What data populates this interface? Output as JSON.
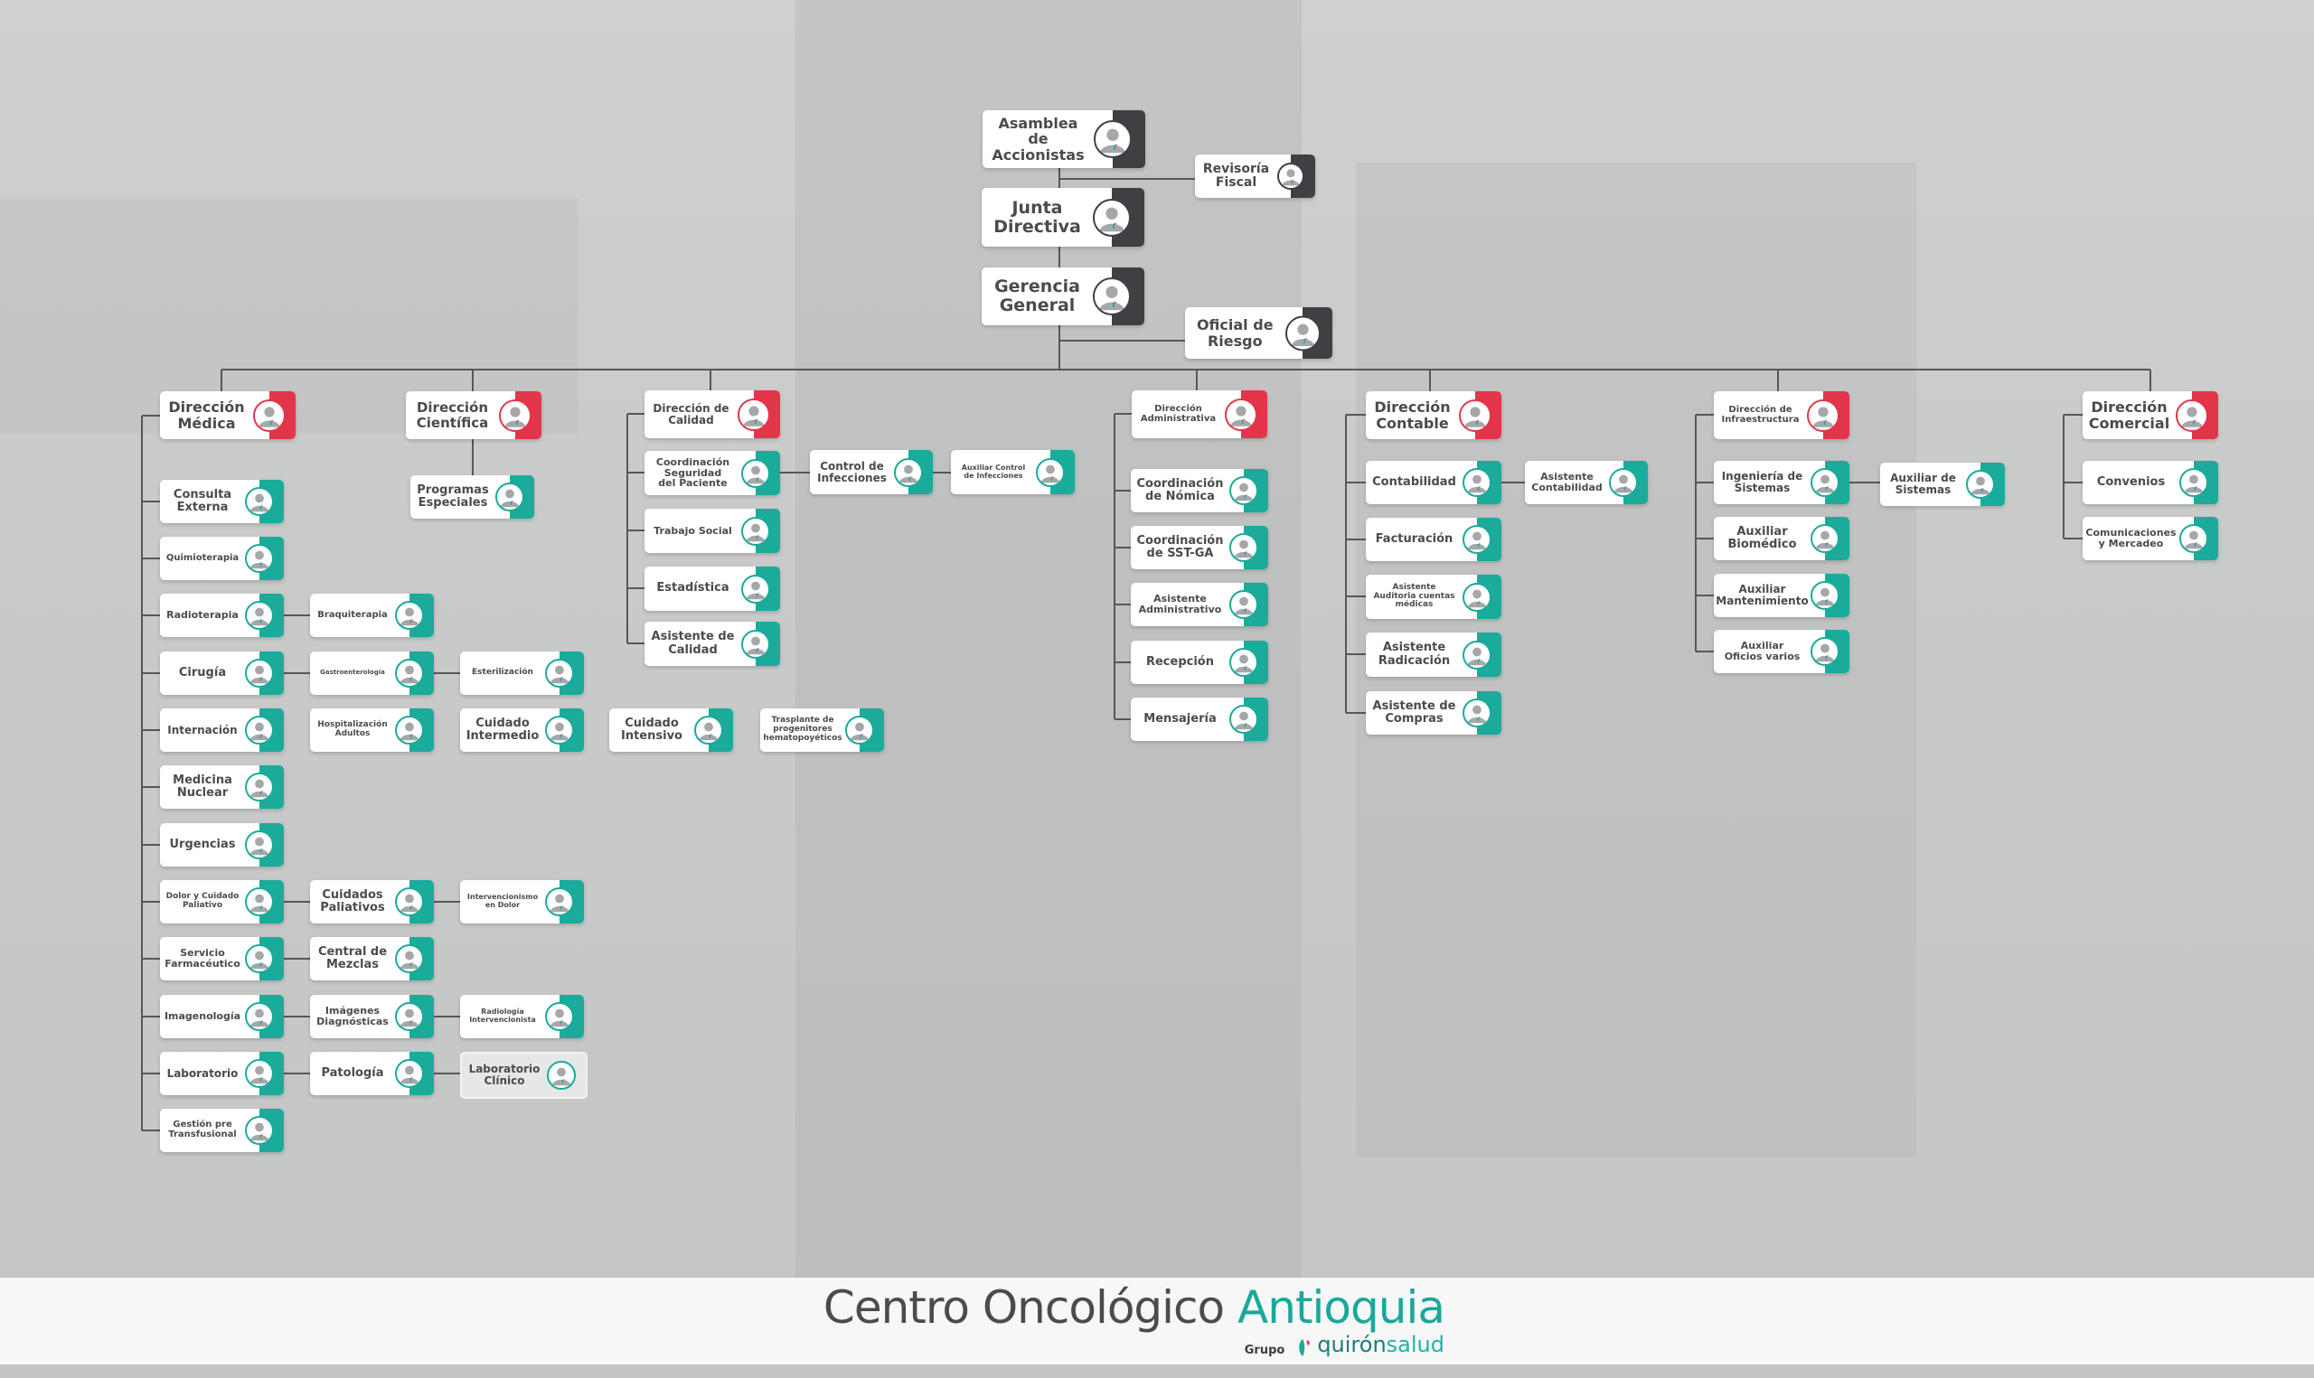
{
  "colors": {
    "governance": "#3e4044",
    "direction": "#e2354a",
    "unit": "#1aab9b",
    "line": "#555759"
  },
  "nodes": [
    {
      "id": "asamblea",
      "label": "Asamblea de\nAccionistas",
      "tier": "governance"
    },
    {
      "id": "junta",
      "label": "Junta\nDirectiva",
      "tier": "governance"
    },
    {
      "id": "gerencia",
      "label": "Gerencia\nGeneral",
      "tier": "governance"
    },
    {
      "id": "revisoria",
      "label": "Revisoría\nFiscal",
      "tier": "governance"
    },
    {
      "id": "oficial",
      "label": "Oficial de\nRiesgo",
      "tier": "governance"
    },
    {
      "id": "medica",
      "label": "Dirección\nMédica",
      "tier": "direction"
    },
    {
      "id": "cientifica",
      "label": "Dirección\nCientífica",
      "tier": "direction"
    },
    {
      "id": "calidad",
      "label": "Dirección de\nCalidad",
      "tier": "direction"
    },
    {
      "id": "administrativa",
      "label": "Dirección\nAdministrativa",
      "tier": "direction"
    },
    {
      "id": "contable",
      "label": "Dirección\nContable",
      "tier": "direction"
    },
    {
      "id": "infraestructura",
      "label": "Dirección de\nInfraestructura",
      "tier": "direction"
    },
    {
      "id": "comercial",
      "label": "Dirección\nComercial",
      "tier": "direction"
    },
    {
      "id": "consulta",
      "label": "Consulta\nExterna",
      "tier": "unit"
    },
    {
      "id": "quimio",
      "label": "Quimioterapia",
      "tier": "unit"
    },
    {
      "id": "radio",
      "label": "Radioterapia",
      "tier": "unit"
    },
    {
      "id": "cirugia",
      "label": "Cirugía",
      "tier": "unit"
    },
    {
      "id": "internacion",
      "label": "Internación",
      "tier": "unit"
    },
    {
      "id": "nuclear",
      "label": "Medicina\nNuclear",
      "tier": "unit"
    },
    {
      "id": "urgencias",
      "label": "Urgencias",
      "tier": "unit"
    },
    {
      "id": "dolor",
      "label": "Dolor y Cuidado\nPaliativo",
      "tier": "unit"
    },
    {
      "id": "servicio",
      "label": "Servicio\nFarmacéutico",
      "tier": "unit"
    },
    {
      "id": "imagenologia",
      "label": "Imagenología",
      "tier": "unit"
    },
    {
      "id": "laboratorio",
      "label": "Laboratorio",
      "tier": "unit"
    },
    {
      "id": "gestion",
      "label": "Gestión pre\nTransfusional",
      "tier": "unit"
    },
    {
      "id": "braqui",
      "label": "Braquiterapia",
      "tier": "unit"
    },
    {
      "id": "gastro",
      "label": "Gastroenterología",
      "tier": "unit"
    },
    {
      "id": "hospitalizacion",
      "label": "Hospitalización\nAdultos",
      "tier": "unit"
    },
    {
      "id": "cpaliativos",
      "label": "Cuidados\nPaliativos",
      "tier": "unit"
    },
    {
      "id": "central",
      "label": "Central de\nMezclas",
      "tier": "unit"
    },
    {
      "id": "imagenes",
      "label": "Imágenes\nDiagnósticas",
      "tier": "unit"
    },
    {
      "id": "patologia",
      "label": "Patología",
      "tier": "unit"
    },
    {
      "id": "esterilizacion",
      "label": "Esterilización",
      "tier": "unit"
    },
    {
      "id": "intermedio",
      "label": "Cuidado\nIntermedio",
      "tier": "unit"
    },
    {
      "id": "intervencionismo",
      "label": "Intervencionismo\nen Dolor",
      "tier": "unit"
    },
    {
      "id": "radiologia",
      "label": "Radiología\nIntervencionista",
      "tier": "unit"
    },
    {
      "id": "labclinico",
      "label": "Laboratorio\nClínico",
      "tier": "unit",
      "muted": true
    },
    {
      "id": "intensivo",
      "label": "Cuidado\nIntensivo",
      "tier": "unit"
    },
    {
      "id": "trasplante",
      "label": "Trasplante de\nprogenitores\nhematopoyéticos",
      "tier": "unit"
    },
    {
      "id": "programas",
      "label": "Programas\nEspeciales",
      "tier": "unit"
    },
    {
      "id": "coordseg",
      "label": "Coordinación\nSeguridad\ndel Paciente",
      "tier": "unit"
    },
    {
      "id": "trabajo",
      "label": "Trabajo Social",
      "tier": "unit"
    },
    {
      "id": "estadistica",
      "label": "Estadística",
      "tier": "unit"
    },
    {
      "id": "asiscalidad",
      "label": "Asistente de\nCalidad",
      "tier": "unit"
    },
    {
      "id": "control",
      "label": "Control de\nInfecciones",
      "tier": "unit"
    },
    {
      "id": "auxcontrol",
      "label": "Auxiliar Control\nde Infecciones",
      "tier": "unit"
    },
    {
      "id": "nomina",
      "label": "Coordinación\nde Nómica",
      "tier": "unit"
    },
    {
      "id": "sst",
      "label": "Coordinación\nde SST-GA",
      "tier": "unit"
    },
    {
      "id": "asisadm",
      "label": "Asistente\nAdministrativo",
      "tier": "unit"
    },
    {
      "id": "recepcion",
      "label": "Recepción",
      "tier": "unit"
    },
    {
      "id": "mensajeria",
      "label": "Mensajería",
      "tier": "unit"
    },
    {
      "id": "contabilidad",
      "label": "Contabilidad",
      "tier": "unit"
    },
    {
      "id": "facturacion",
      "label": "Facturación",
      "tier": "unit"
    },
    {
      "id": "auditoria",
      "label": "Asistente\nAuditoria cuentas\nmédicas",
      "tier": "unit"
    },
    {
      "id": "radicacion",
      "label": "Asistente\nRadicación",
      "tier": "unit"
    },
    {
      "id": "compras",
      "label": "Asistente de\nCompras",
      "tier": "unit"
    },
    {
      "id": "asiscont",
      "label": "Asistente\nContabilidad",
      "tier": "unit"
    },
    {
      "id": "ingenieria",
      "label": "Ingeniería de\nSistemas",
      "tier": "unit"
    },
    {
      "id": "biomedico",
      "label": "Auxiliar\nBiomédico",
      "tier": "unit"
    },
    {
      "id": "mantenimiento",
      "label": "Auxiliar\nMantenimiento",
      "tier": "unit"
    },
    {
      "id": "oficios",
      "label": "Auxiliar\nOficios varios",
      "tier": "unit"
    },
    {
      "id": "auxsistemas",
      "label": "Auxiliar de\nSistemas",
      "tier": "unit"
    },
    {
      "id": "convenios",
      "label": "Convenios",
      "tier": "unit"
    },
    {
      "id": "comunicaciones",
      "label": "Comunicaciones\ny Mercadeo",
      "tier": "unit"
    }
  ],
  "footer": {
    "title_main": "Centro Oncológico",
    "title_accent": "Antioquia",
    "group_prefix": "Grupo",
    "brand_part1": "quirón",
    "brand_part2": "salud"
  }
}
